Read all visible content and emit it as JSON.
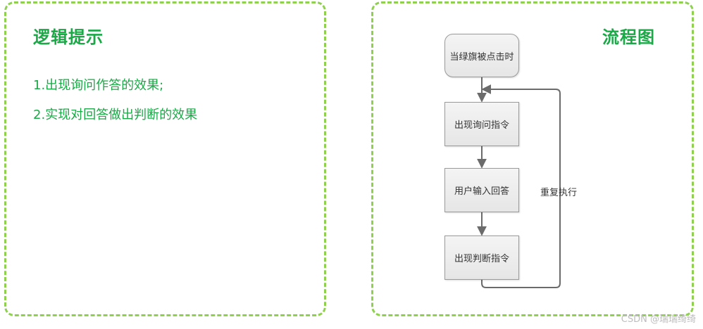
{
  "left_panel": {
    "title": "逻辑提示",
    "items": [
      "1.出现询问作答的效果;",
      "2.实现对回答做出判断的效果"
    ]
  },
  "right_panel": {
    "title": "流程图",
    "nodes": [
      "当绿旗被点击时",
      "出现询问指令",
      "用户输入回答",
      "出现判断指令"
    ],
    "loop_label": "重复执行"
  },
  "watermark": "CSDN @瑞瑞绮绮",
  "colors": {
    "accent_green": "#1aa946",
    "dashed_border": "#8fd14f"
  }
}
